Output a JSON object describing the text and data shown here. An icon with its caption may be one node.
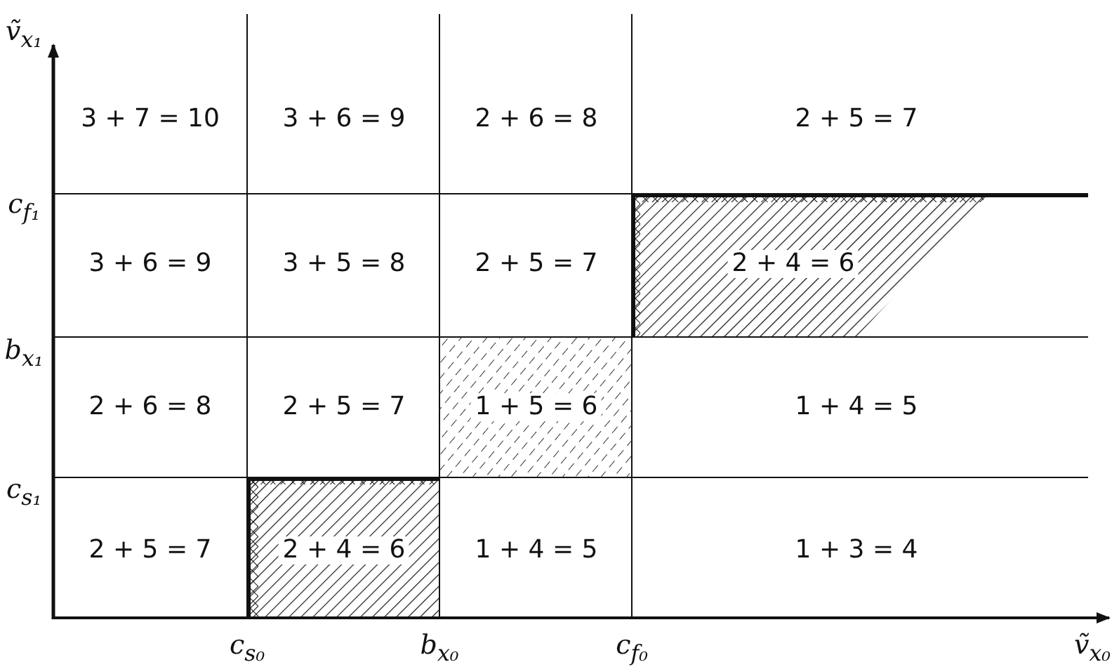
{
  "diagram": {
    "labels": [
      "ṽ$_{x₁}$",
      "3 + 7 = 10",
      "3 + 6 = 9",
      "2 + 6 = 8",
      "2 + 5 = 7",
      "c$_{f₁}$",
      "3 + 6 = 9",
      "3 + 5 = 8",
      "2 + 5 = 7",
      "2 + 4 = 6",
      "b$_{x₁}$",
      "2 + 6 = 8",
      "2 + 5 = 7",
      "1 + 5 = 6",
      "1 + 4 = 5",
      "c$_{s₁}$",
      "2 + 5 = 7",
      "2 + 4 = 6",
      "1 + 4 = 5",
      "1 + 3 = 4",
      "c$_{s₀}$",
      "b$_{x₀}$",
      "c$_{f₀}$",
      "ṽ$_{x₀}$"
    ]
  }
}
